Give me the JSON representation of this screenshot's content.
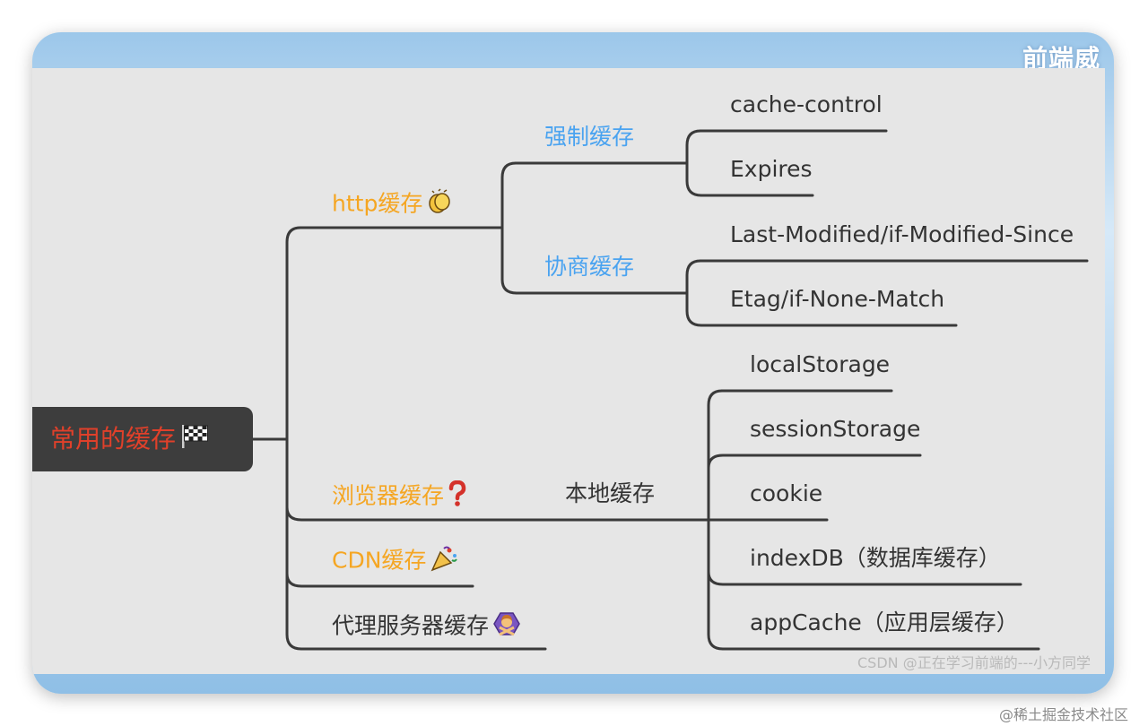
{
  "brand": "前端威",
  "root": "常用的缓存",
  "branches": {
    "http": "http缓存",
    "browser": "浏览器缓存",
    "cdn": "CDN缓存",
    "proxy": "代理服务器缓存"
  },
  "http_children": {
    "strong": "强制缓存",
    "negotiated": "协商缓存"
  },
  "strong_items": [
    "cache-control",
    "Expires"
  ],
  "negotiated_items": [
    "Last-Modified/if-Modified-Since",
    "Etag/if-None-Match"
  ],
  "local": "本地缓存",
  "local_items": [
    "localStorage",
    "sessionStorage",
    "cookie",
    "indexDB（数据库缓存）",
    "appCache（应用层缓存）"
  ],
  "watermark_csdn": "CSDN @正在学习前端的---小方同学",
  "watermark_juejin": "@稀土掘金技术社区",
  "colors": {
    "root_bg": "#3d3d3d",
    "root_text": "#e0402a",
    "branch_orange": "#f5a623",
    "sub_blue": "#4aa3f0",
    "text_dark": "#333333",
    "line": "#3a3a3a",
    "canvas_bg": "#e6e6e6"
  },
  "icons": [
    "checkered-flag-icon",
    "clapping-hands-icon",
    "question-mark-icon",
    "party-popper-icon",
    "person-gesturing-no-icon"
  ]
}
